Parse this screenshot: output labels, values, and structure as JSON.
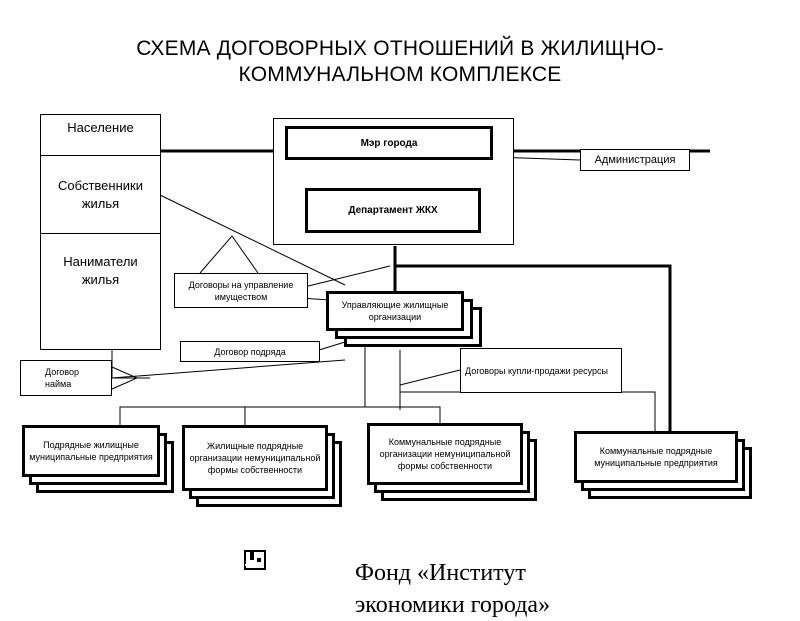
{
  "title": {
    "line1": "СХЕМА ДОГОВОРНЫХ ОТНОШЕНИЙ В ЖИЛИЩНО-",
    "line2": "КОММУНАЛЬНОМ КОМПЛЕКСЕ"
  },
  "population": {
    "header": "Население",
    "owners": "Собственники жилья",
    "tenants": "Наниматели жилья"
  },
  "admin_block": {
    "mayor": "Мэр города",
    "department": "Департамент ЖКХ",
    "administration": "Администрация"
  },
  "callouts": {
    "management_contracts": "Договоры на управление имуществом",
    "contract_work": "Договор подряда",
    "rental_contract": "Договор найма",
    "purchase_contracts": "Договоры купли-продажи ресурсы"
  },
  "organizations": {
    "managing": "Управляющие жилищные организации",
    "housing_contract_municipal": "Подрядные жилищные муниципальные предприятия",
    "housing_contract_nonmunicipal": "Жилищные подрядные организации немуниципальной формы собственности",
    "communal_contract_nonmunicipal": "Коммунальные подрядные организации немуниципальной формы собственности",
    "communal_contract_municipal": "Коммунальные подрядные муниципальные предприятия"
  },
  "footer": {
    "line1": "Фонд «Институт",
    "line2": "экономики города»"
  }
}
